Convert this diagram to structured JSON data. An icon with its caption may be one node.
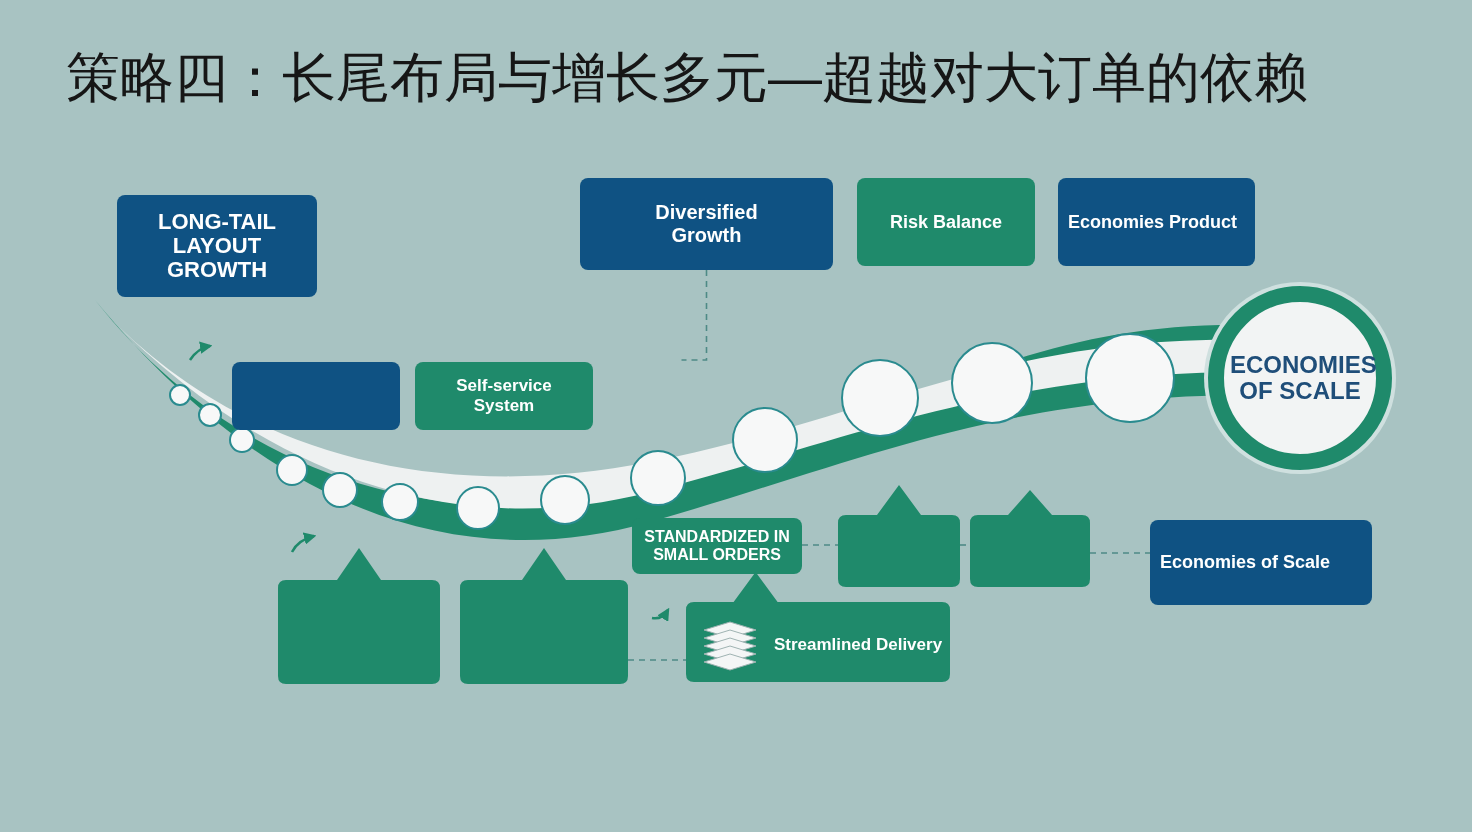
{
  "diagram": {
    "title": "策略四：长尾布局与增长多元—超越对大订单的依赖",
    "nodes": [
      {
        "text": [
          "LONG-TAIL LAYOUT GROWTH"
        ]
      },
      {
        "text": [
          "Diversified Growth"
        ]
      },
      {
        "text": [
          "Risk Balance"
        ]
      },
      {
        "text": [
          "Economies Product"
        ]
      },
      {
        "text": [],
        "shape": "box"
      },
      {
        "text": [
          "Self-service System"
        ]
      },
      {
        "text": [
          "ECONOMIES OF SCALE"
        ]
      },
      {
        "text": [
          "STANDARDIZED IN SMALL ORDERS"
        ]
      },
      {
        "text": [],
        "shape": "box"
      },
      {
        "text": [],
        "shape": "box"
      },
      {
        "text": [
          "Economies of Scale"
        ]
      },
      {
        "text": [],
        "shape": "box"
      },
      {
        "text": [],
        "shape": "box"
      },
      {
        "text": [
          "Streamlined Delivery"
        ]
      }
    ],
    "edges": [
      {
        "from": 1,
        "to": null,
        "arrow": "none",
        "style": "dashed"
      },
      {
        "from": 7,
        "to": 8,
        "arrow": "none",
        "style": "dashed"
      },
      {
        "from": 8,
        "to": 9,
        "arrow": "none",
        "style": "dashed"
      },
      {
        "from": 9,
        "to": 10,
        "arrow": "none",
        "style": "dashed"
      },
      {
        "from": 12,
        "to": 13,
        "arrow": "none",
        "style": "dashed"
      }
    ]
  }
}
